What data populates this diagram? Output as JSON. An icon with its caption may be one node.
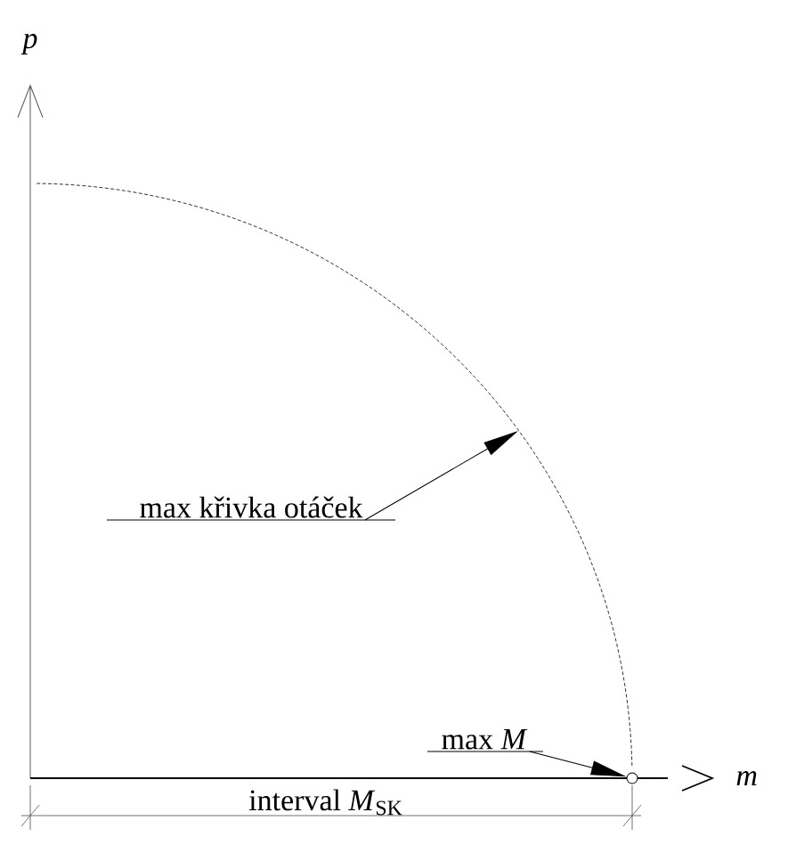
{
  "diagram": {
    "nodes": [
      {
        "text": [
          "max křivka otáček"
        ]
      },
      {
        "text": [
          "max *M*"
        ]
      },
      {
        "text": [],
        "shape": "circle"
      }
    ],
    "edges": [
      {
        "from": 0,
        "to": null,
        "arrow": "to"
      },
      {
        "from": 1,
        "to": 2,
        "arrow": "to"
      }
    ],
    "labels": [
      "p",
      "m",
      "interval *M*$_{SK}$"
    ]
  }
}
